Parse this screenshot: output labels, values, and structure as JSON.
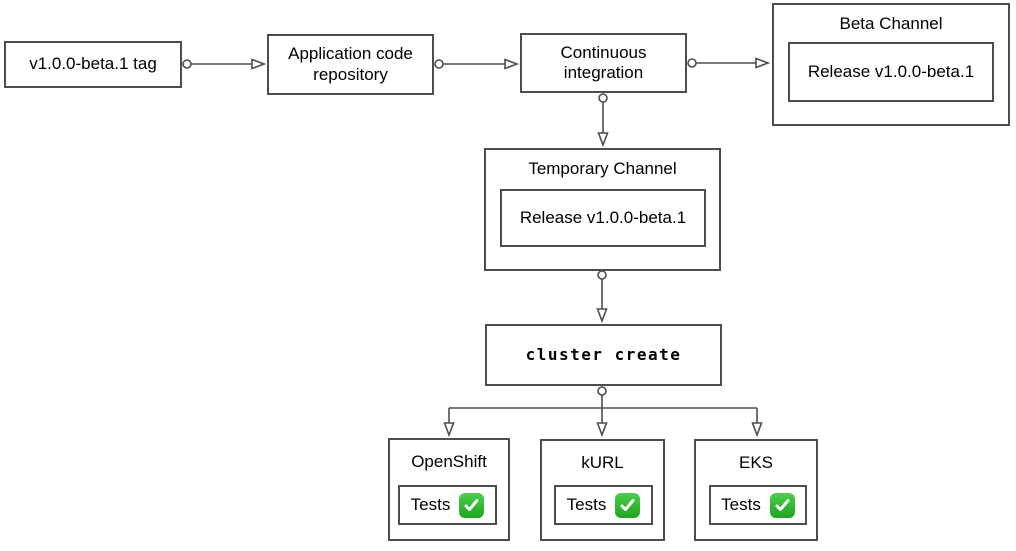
{
  "diagram": {
    "description": "Beta release CI pipeline flowchart",
    "colors": {
      "background": "#ffffff",
      "node_fill": "#ffffff",
      "border": "#4d4d4d",
      "connector": "#4d4d4d",
      "text": "#000000",
      "check_green_top": "#4ecd4e",
      "check_green_bottom": "#1da51d",
      "check_mark": "#ffffff"
    },
    "nodes": {
      "tag": {
        "label": "v1.0.0-beta.1 tag"
      },
      "app_repo": {
        "label": "Application code repository"
      },
      "ci": {
        "label": "Continuous integration"
      },
      "beta_channel": {
        "title": "Beta Channel",
        "release_label": "Release v1.0.0-beta.1"
      },
      "temporary_channel": {
        "title": "Temporary Channel",
        "release_label": "Release v1.0.0-beta.1"
      },
      "cluster_create": {
        "label": "cluster create"
      },
      "clusters": [
        {
          "title": "OpenShift",
          "tests_label": "Tests",
          "status": "passed",
          "status_icon": "check-mark-button"
        },
        {
          "title": "kURL",
          "tests_label": "Tests",
          "status": "passed",
          "status_icon": "check-mark-button"
        },
        {
          "title": "EKS",
          "tests_label": "Tests",
          "status": "passed",
          "status_icon": "check-mark-button"
        }
      ]
    },
    "edges": [
      {
        "from": "tag",
        "to": "app_repo"
      },
      {
        "from": "app_repo",
        "to": "ci"
      },
      {
        "from": "ci",
        "to": "beta_channel"
      },
      {
        "from": "ci",
        "to": "temporary_channel"
      },
      {
        "from": "temporary_channel",
        "to": "cluster_create"
      },
      {
        "from": "cluster_create",
        "to": "openshift"
      },
      {
        "from": "cluster_create",
        "to": "kurl"
      },
      {
        "from": "cluster_create",
        "to": "eks"
      }
    ]
  }
}
